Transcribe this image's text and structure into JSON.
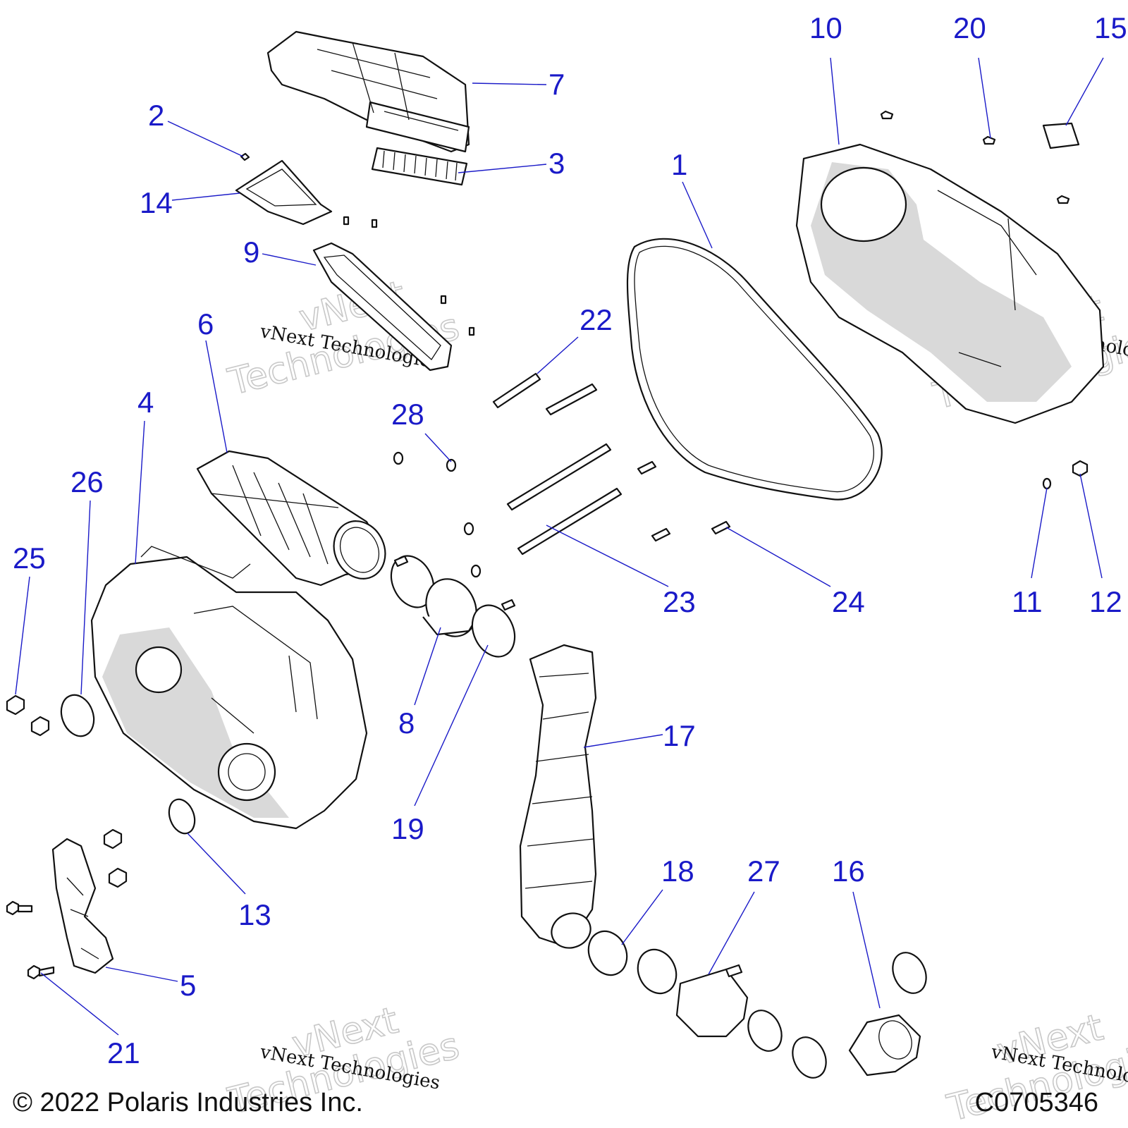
{
  "diagram": {
    "callouts": [
      "1",
      "2",
      "3",
      "4",
      "5",
      "6",
      "7",
      "8",
      "9",
      "10",
      "11",
      "12",
      "13",
      "14",
      "15",
      "16",
      "17",
      "18",
      "19",
      "20",
      "21",
      "22",
      "23",
      "24",
      "25",
      "26",
      "27",
      "28"
    ],
    "watermark": {
      "brand_text": "vNext Technologies",
      "brand_outline_1": "vNext",
      "brand_outline_2": "Technologies"
    }
  },
  "footer": {
    "copyright": "© 2022 Polaris Industries Inc.",
    "figure_id": "C0705346"
  }
}
